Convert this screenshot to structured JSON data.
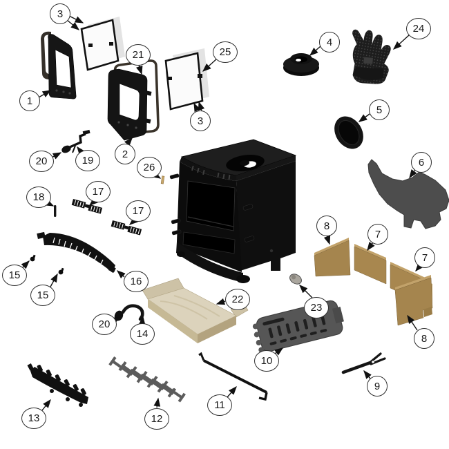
{
  "diagram": {
    "kind": "exploded-parts-diagram",
    "colors": {
      "background": "#ffffff",
      "cast_iron_black": "#121212",
      "grate_gray": "#575757",
      "heat_shield_gray": "#4d4d4d",
      "glass_gray": "#e3e3e3",
      "firebrick_tan": "#a8874f",
      "firebrick_tan_light": "#c2a26a",
      "base_brick_beige": "#dcd3bc",
      "callout_border": "#2e2e2e"
    },
    "callouts": [
      {
        "label": "1"
      },
      {
        "label": "2"
      },
      {
        "label": "3"
      },
      {
        "label": "3"
      },
      {
        "label": "4"
      },
      {
        "label": "5"
      },
      {
        "label": "6"
      },
      {
        "label": "7"
      },
      {
        "label": "7"
      },
      {
        "label": "8"
      },
      {
        "label": "8"
      },
      {
        "label": "9"
      },
      {
        "label": "10"
      },
      {
        "label": "11"
      },
      {
        "label": "12"
      },
      {
        "label": "13"
      },
      {
        "label": "14"
      },
      {
        "label": "15"
      },
      {
        "label": "15"
      },
      {
        "label": "16"
      },
      {
        "label": "17"
      },
      {
        "label": "17"
      },
      {
        "label": "18"
      },
      {
        "label": "19"
      },
      {
        "label": "20"
      },
      {
        "label": "20"
      },
      {
        "label": "21"
      },
      {
        "label": "22"
      },
      {
        "label": "23"
      },
      {
        "label": "24"
      },
      {
        "label": "25"
      },
      {
        "label": "26"
      }
    ]
  }
}
